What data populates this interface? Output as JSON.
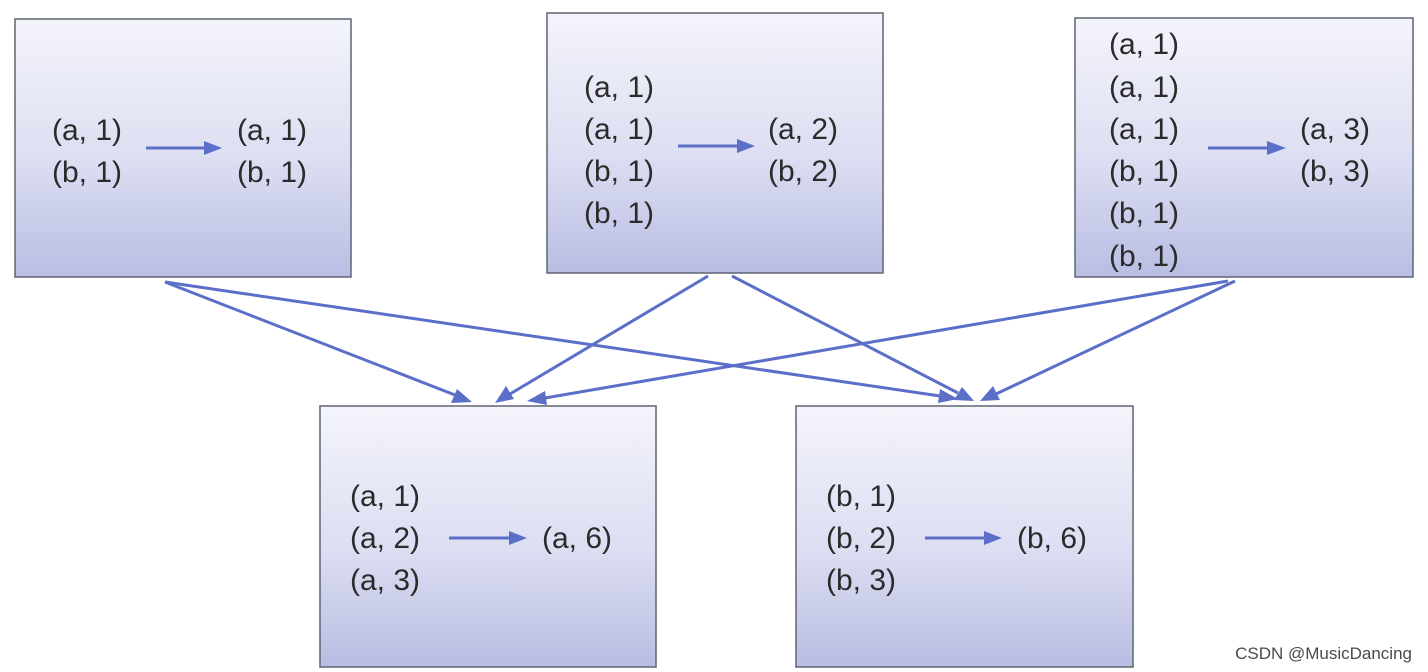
{
  "diagram": {
    "map_boxes": [
      {
        "inputs": [
          "(a, 1)",
          "(b, 1)"
        ],
        "outputs": [
          "(a, 1)",
          "(b, 1)"
        ]
      },
      {
        "inputs": [
          "(a, 1)",
          "(a, 1)",
          "(b, 1)",
          "(b, 1)"
        ],
        "outputs": [
          "(a, 2)",
          "(b, 2)"
        ]
      },
      {
        "inputs": [
          "(a, 1)",
          "(a, 1)",
          "(a, 1)",
          "(b, 1)",
          "(b, 1)",
          "(b, 1)"
        ],
        "outputs": [
          "(a, 3)",
          "(b, 3)"
        ]
      }
    ],
    "reduce_boxes": [
      {
        "inputs": [
          "(a, 1)",
          "(a, 2)",
          "(a, 3)"
        ],
        "outputs": [
          "(a, 6)"
        ]
      },
      {
        "inputs": [
          "(b, 1)",
          "(b, 2)",
          "(b, 3)"
        ],
        "outputs": [
          "(b, 6)"
        ]
      }
    ],
    "colors": {
      "arrow": "#5b6fc9",
      "box_top": "#f4f4fb",
      "box_bottom": "#b9bde2",
      "box_border": "#5f6473",
      "text": "#2b2b2b"
    }
  },
  "watermark": "CSDN @MusicDancing"
}
